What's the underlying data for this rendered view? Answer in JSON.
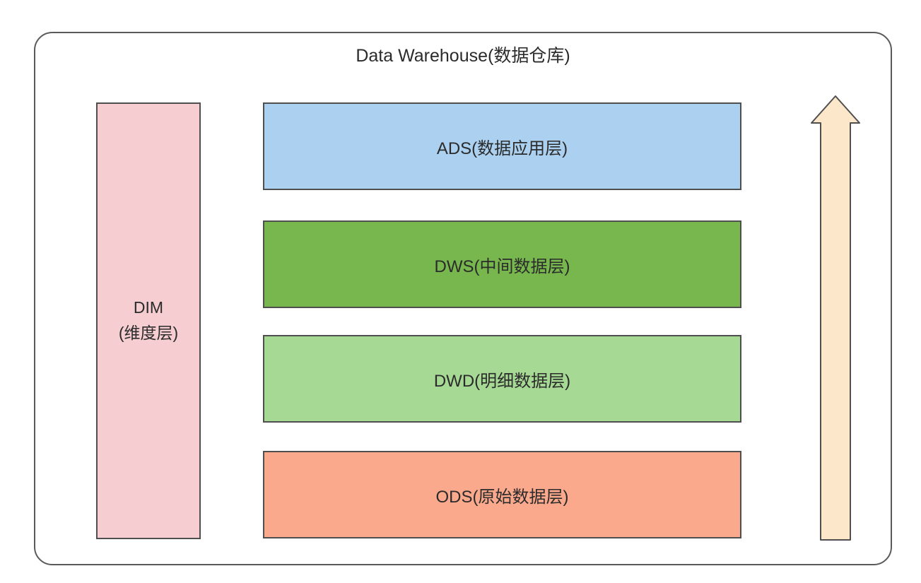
{
  "diagram": {
    "title": "Data Warehouse(数据仓库)",
    "dim": {
      "label_line1": "DIM",
      "label_line2": "(维度层)",
      "color": "#f6cdd1"
    },
    "layers": [
      {
        "id": "ADS",
        "label": "ADS(数据应用层)",
        "color": "#abd0f0"
      },
      {
        "id": "DWS",
        "label": "DWS(中间数据层)",
        "color": "#77b74e"
      },
      {
        "id": "DWD",
        "label": "DWD(明细数据层)",
        "color": "#a6d994"
      },
      {
        "id": "ODS",
        "label": "ODS(原始数据层)",
        "color": "#fba98c"
      }
    ],
    "arrow": {
      "direction": "up",
      "color": "#fce7cb",
      "stroke": "#4f4f4f"
    },
    "border_color": "#4f4f4f",
    "text_color": "#2b2b2b"
  }
}
